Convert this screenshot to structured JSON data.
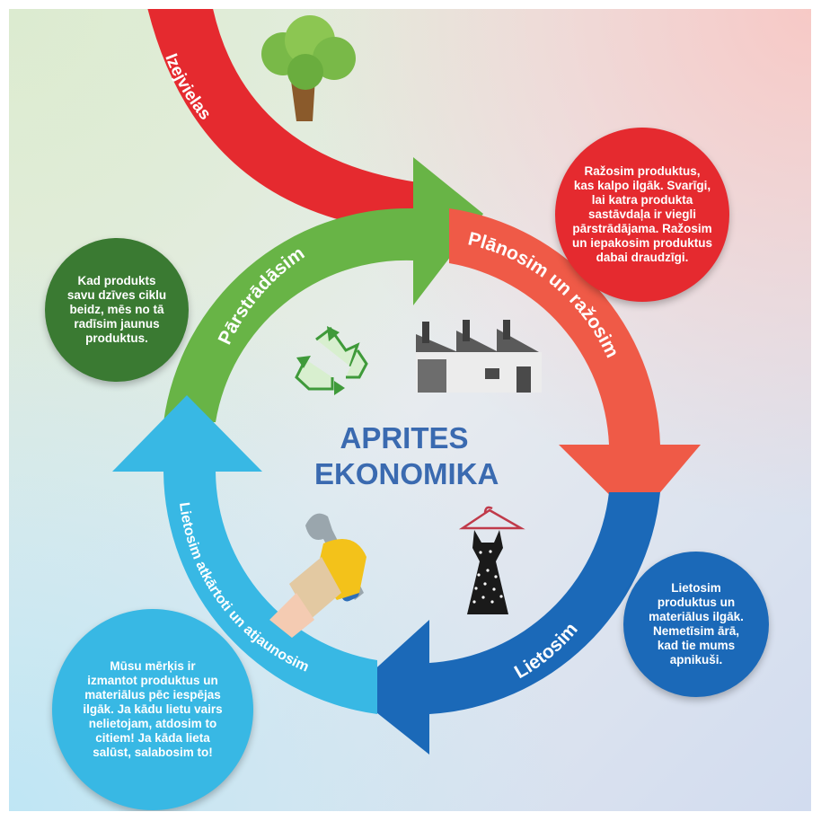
{
  "title_line1": "APRITES",
  "title_line2": "EKONOMIKA",
  "stages": {
    "raw_materials": "Izejvielas",
    "design_produce": "Plānosim un ražosim",
    "use": "Lietosim",
    "reuse_repair": "Lietosim atkārtoti un atjaunosim",
    "recycle": "Pārstrādāsim"
  },
  "bubbles": {
    "design": [
      "Ražosim produktus,",
      "kas kalpo ilgāk. Svarīgi,",
      "lai katra produkta",
      "sastāvdaļa ir viegli",
      "pārstrādājama. Ražosim",
      "un iepakosim produktus",
      "dabai draudzīgi."
    ],
    "recycle": [
      "Kad produkts",
      "savu dzīves ciklu",
      "beidz, mēs no tā",
      "radīsim jaunus",
      "produktus."
    ],
    "use": [
      "Lietosim",
      "produktus un",
      "materiālus ilgāk.",
      "Nemetīsim ārā,",
      "kad tie mums",
      "apnikuši."
    ],
    "reuse": [
      "Mūsu mērķis ir",
      "izmantot produktus un",
      "materiālus pēc iespējas",
      "ilgāk. Ja kādu lietu vairs",
      "nelietojam, atdosim to",
      "citiem! Ja kāda lieta",
      "salūst, salabosim to!"
    ]
  },
  "colors": {
    "red": "#e52a2f",
    "orange_red": "#ef5a47",
    "blue": "#1b69b8",
    "light_blue": "#38b8e4",
    "green": "#68b446",
    "dark_green": "#3a7a32",
    "title": "#3a6ab0"
  },
  "icons": [
    "tree-icon",
    "recycle-icon",
    "factory-icon",
    "dress-icon",
    "wrench-hand-icon"
  ]
}
